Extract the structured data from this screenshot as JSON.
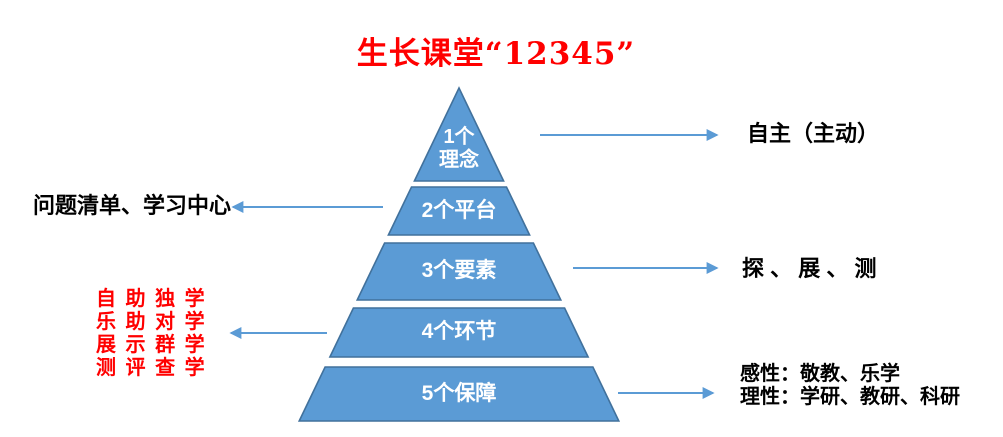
{
  "title": "生长课堂“12345”",
  "colors": {
    "pyramid_fill": "#5b9bd5",
    "pyramid_border": "#41719c",
    "arrow_blue": "#5b9bd5",
    "title_red": "#ff0000",
    "side_red": "#ff0000",
    "text_black": "#000000",
    "level_label_white": "#ffffff"
  },
  "pyramid": {
    "levels": [
      {
        "label": "1个\n理念"
      },
      {
        "label": "2个平台"
      },
      {
        "label": "3个要素"
      },
      {
        "label": "4个环节"
      },
      {
        "label": "5个保障"
      }
    ]
  },
  "annotations": {
    "right_level1": "自主（主动）",
    "left_level2": "问题清单、学习中心",
    "right_level3": "探 、 展 、 测",
    "left_level4_lines": [
      "自 助 独 学",
      "乐 助 对 学",
      "展 示 群 学",
      "测 评 查 学"
    ],
    "right_level5_lines": [
      "感性：敬教、乐学",
      "理性：学研、教研、科研"
    ]
  }
}
